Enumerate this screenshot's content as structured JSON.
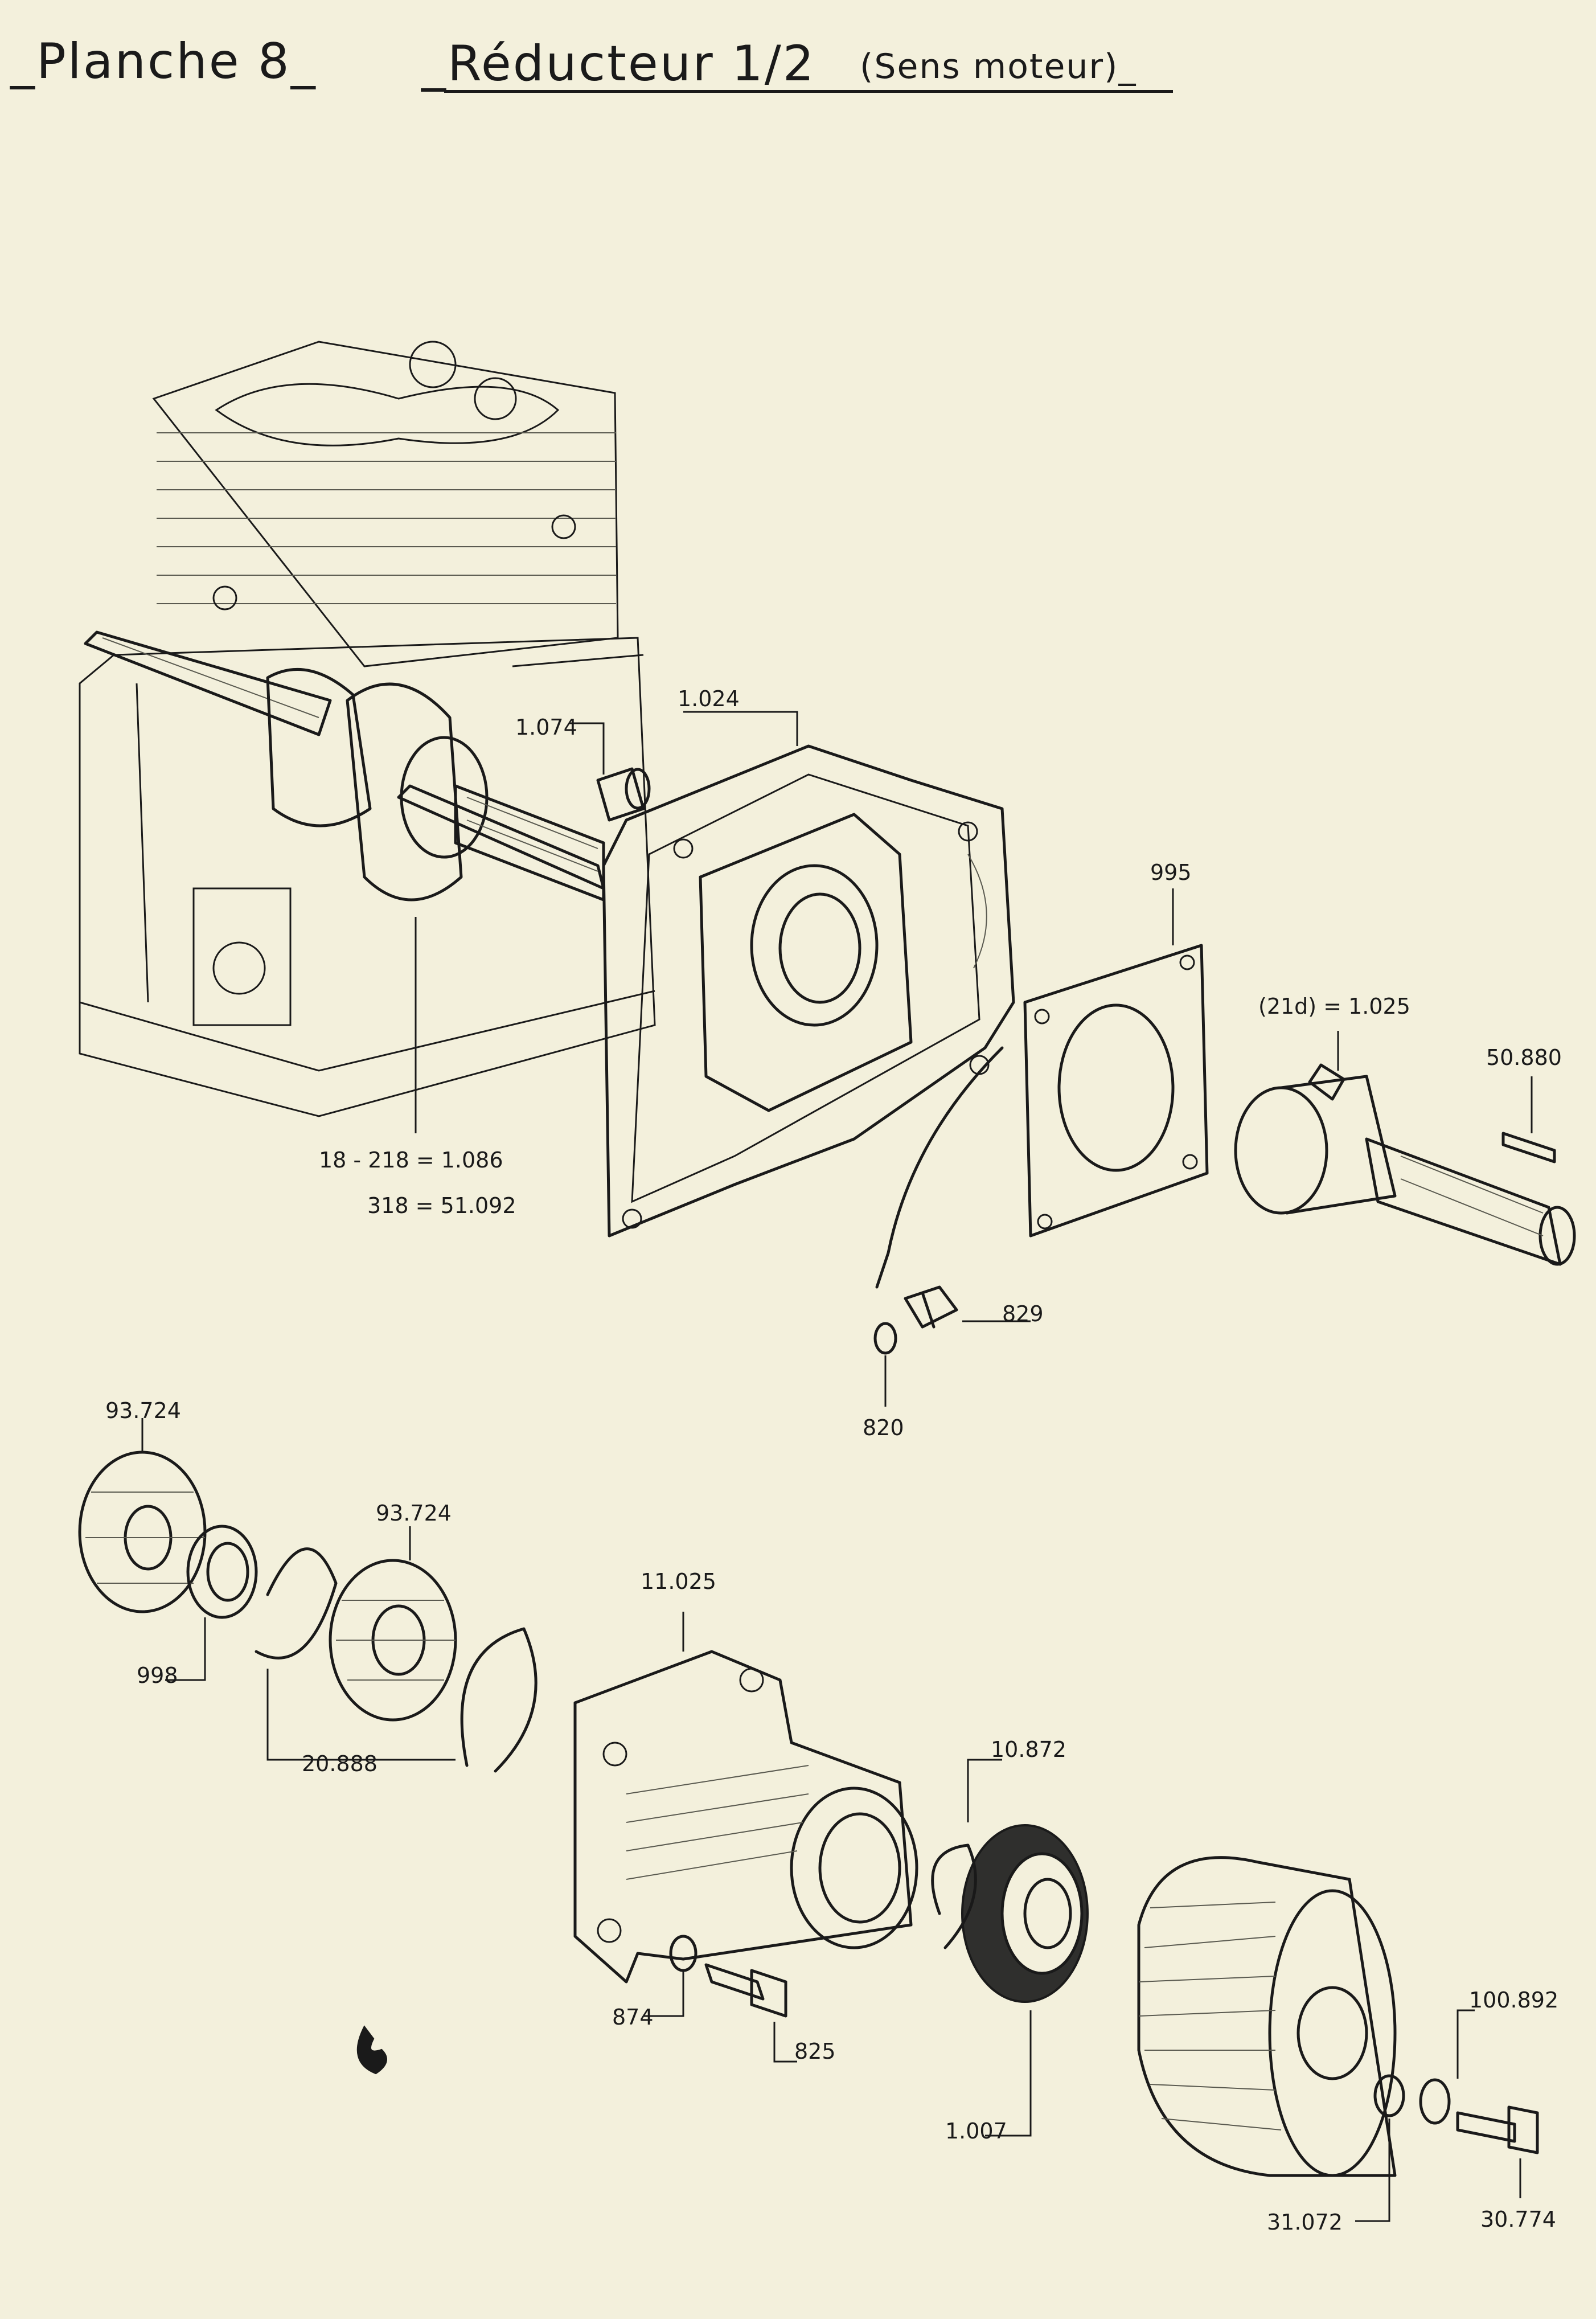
{
  "header": {
    "planche": "_Planche 8_",
    "title": "_Réducteur 1/2",
    "subtitle": "(Sens moteur)_"
  },
  "labels": {
    "p1074": "1.074",
    "p1024": "1.024",
    "p995": "995",
    "p21d": "(21d) = 1.025",
    "p50880": "50.880",
    "p1086": "18 - 218 = 1.086",
    "p51092": "318 = 51.092",
    "p829": "829",
    "p820": "820",
    "p93724a": "93.724",
    "p93724b": "93.724",
    "p998": "998",
    "p20888": "20.888",
    "p11025": "11.025",
    "p10872": "10.872",
    "p874": "874",
    "p825": "825",
    "p1007": "1.007",
    "p100892": "100.892",
    "p31072": "31.072",
    "p30774": "30.774"
  }
}
